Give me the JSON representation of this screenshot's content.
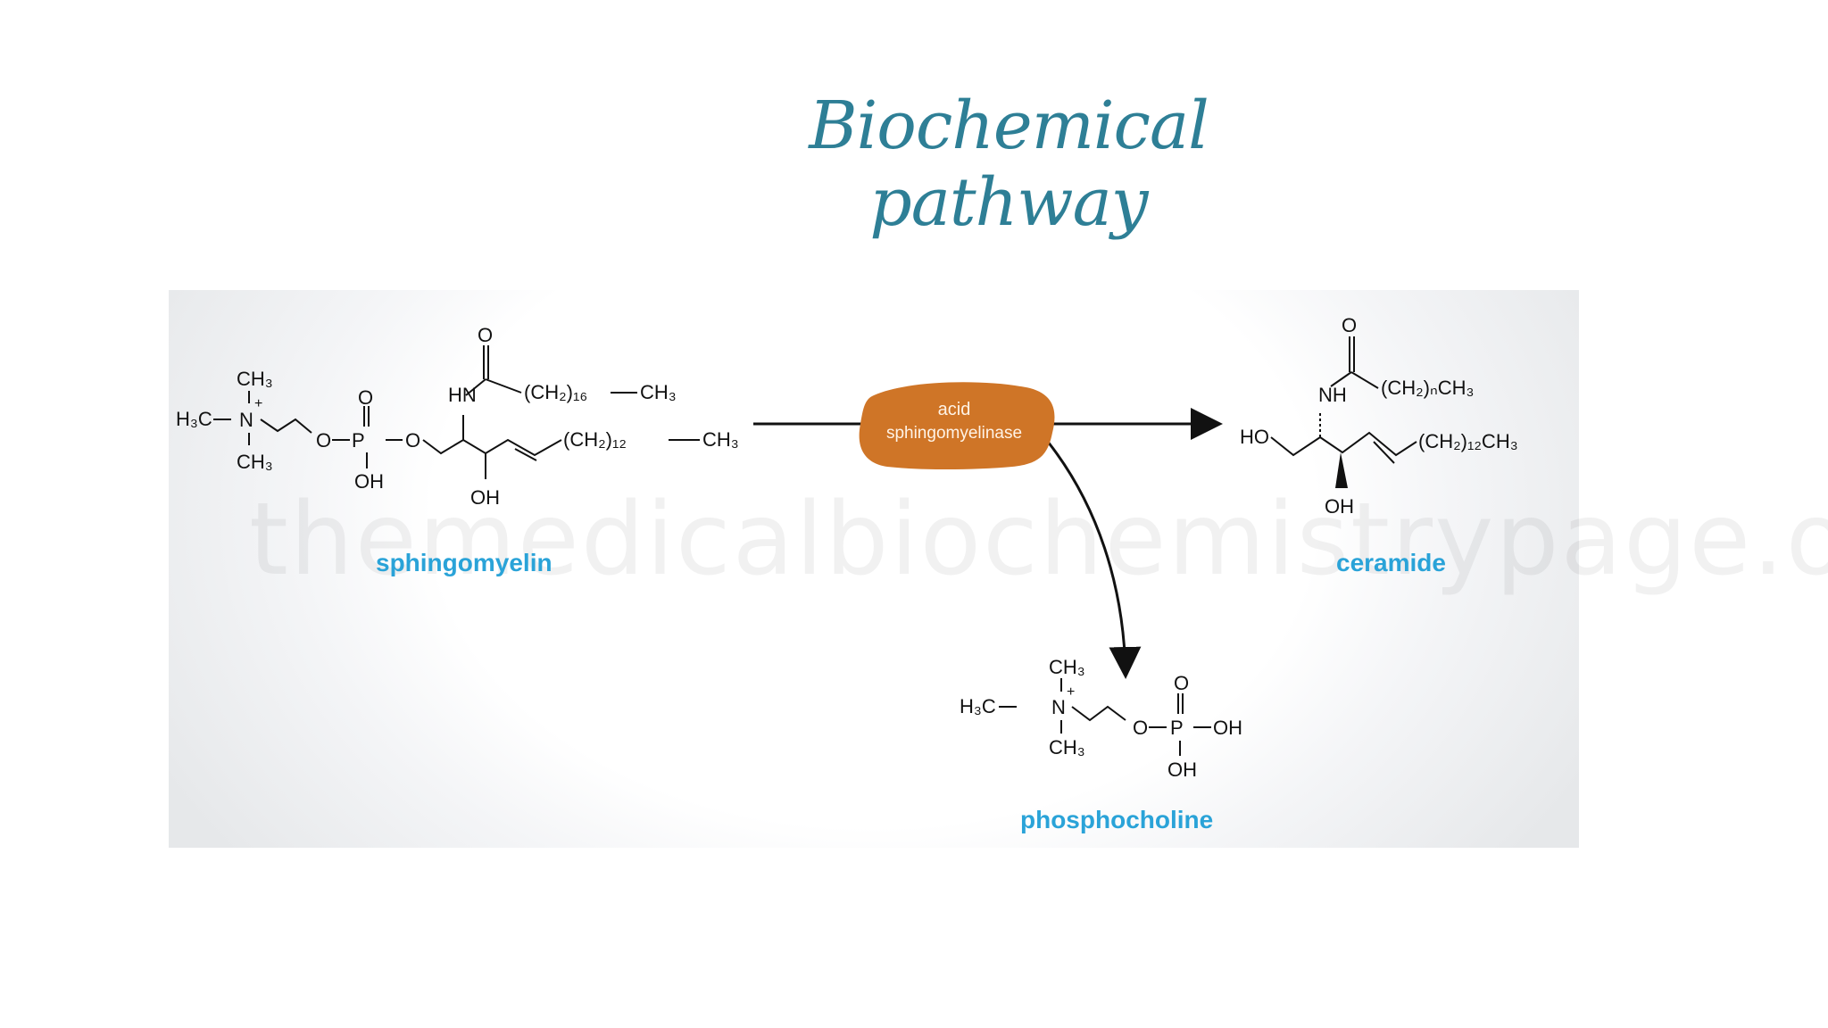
{
  "slide": {
    "title": "Biochemical pathway"
  },
  "figure": {
    "watermark": "themedicalbiochemistrypage.org",
    "enzyme": {
      "line1": "acid",
      "line2": "sphingomyelinase",
      "color": "#cf7527"
    },
    "compounds": {
      "sphingomyelin": "sphingomyelin",
      "ceramide": "ceramide",
      "phosphocholine": "phosphocholine"
    },
    "atoms": {
      "ch3": "CH₃",
      "h3c": "H₃C",
      "n_plus": "N",
      "plus": "+",
      "o": "O",
      "p": "P",
      "oh": "OH",
      "ho": "HO",
      "hn": "HN",
      "nh": "NH",
      "ch2_16": "(CH₂)₁₆",
      "ch2_12": "(CH₂)₁₂",
      "ch2_n_ch3": "(CH₂)ₙCH₃",
      "ch2_12_ch3": "(CH₂)₁₂CH₃"
    },
    "label_color": "#2aa3d8"
  }
}
